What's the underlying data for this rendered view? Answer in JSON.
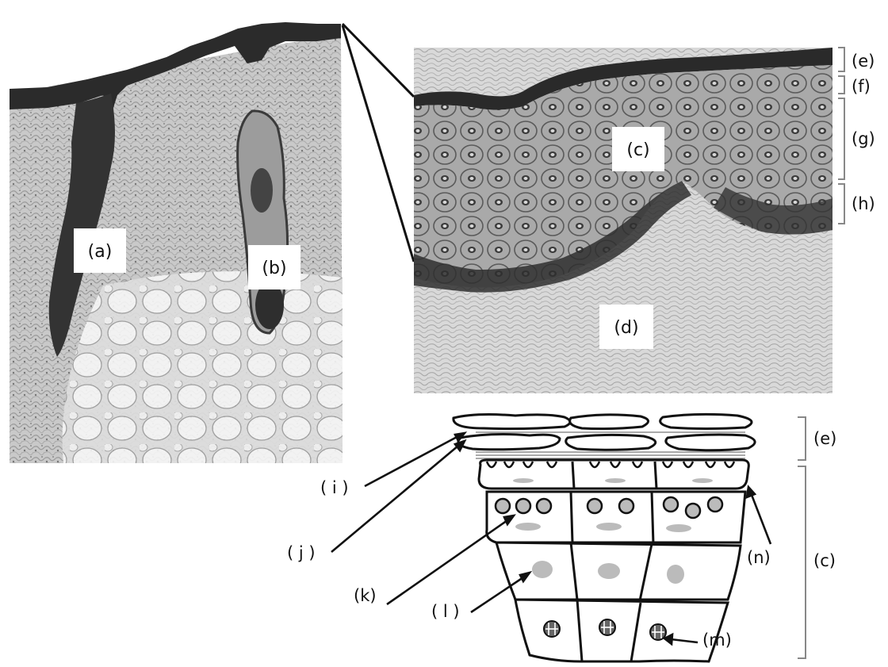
{
  "micrograph_labels": {
    "a": "(a)",
    "b": "(b)",
    "c": "(c)",
    "d": "(d)"
  },
  "layer_brackets": {
    "e_top": "(e)",
    "f": "(f)",
    "g": "(g)",
    "h": "(h)",
    "e_diagram": "(e)",
    "c_diagram": "(c)"
  },
  "diagram_labels": {
    "i": "( i )",
    "j": "( j )",
    "k": "(k)",
    "l": "( l )",
    "m": "(m)",
    "n": "(n)"
  }
}
